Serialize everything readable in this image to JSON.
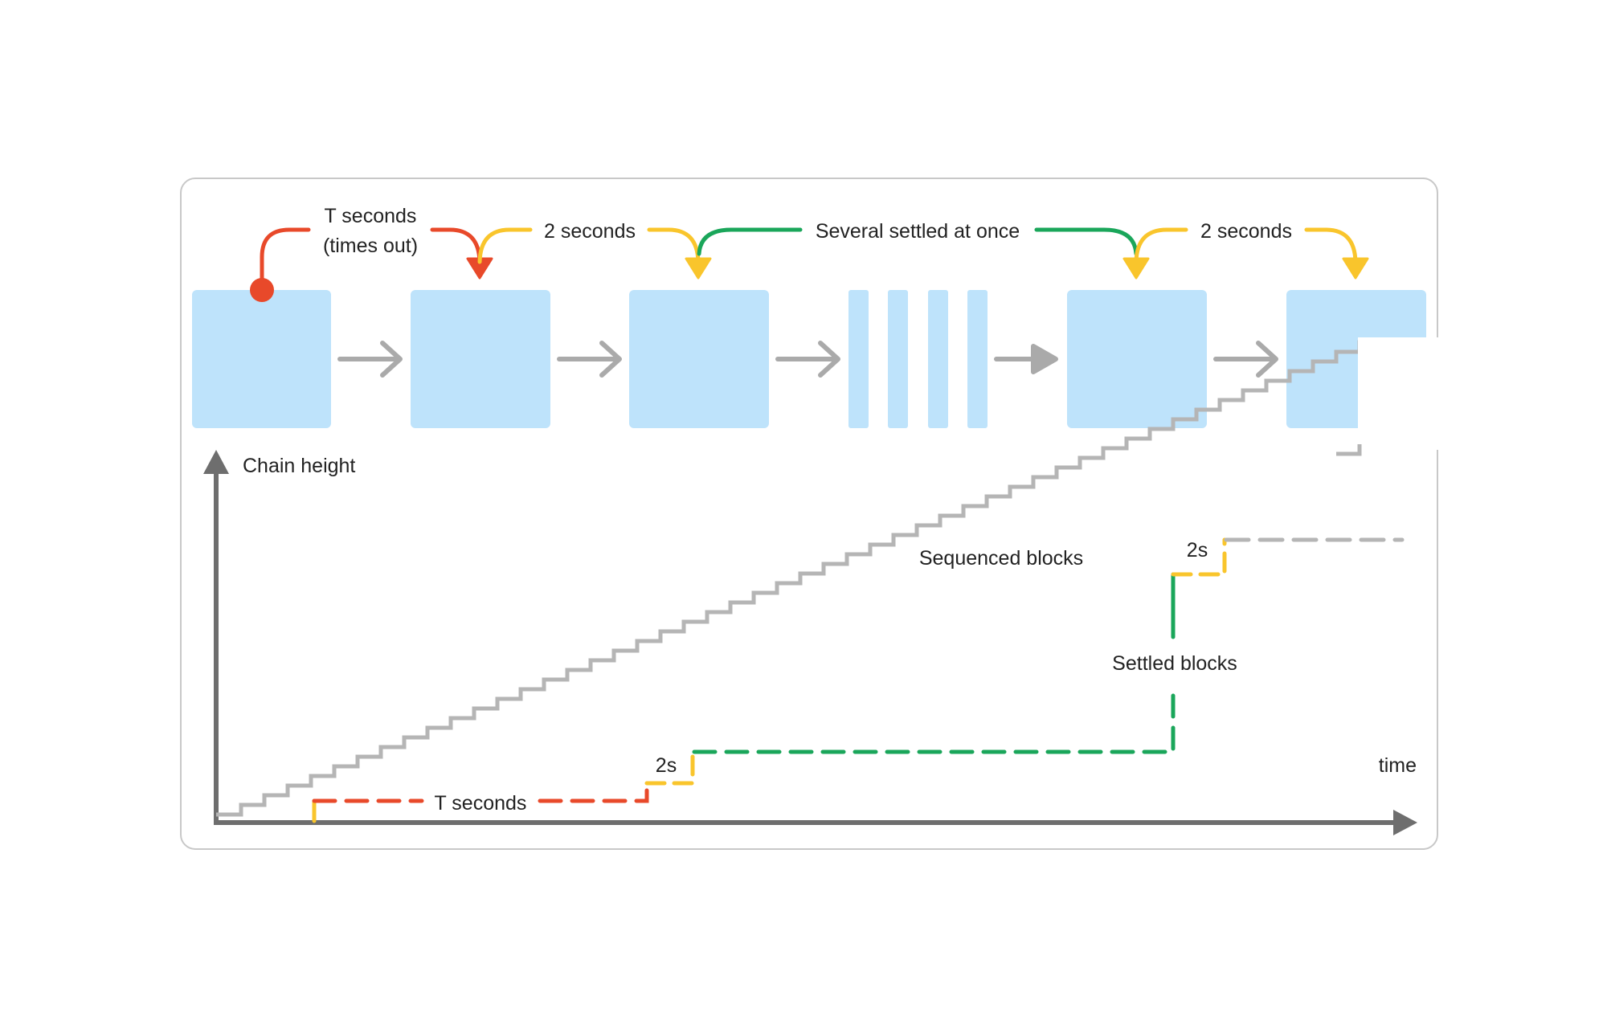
{
  "labels": {
    "t_seconds_top_line1": "T seconds",
    "t_seconds_top_line2": "(times out)",
    "two_seconds_a": "2 seconds",
    "several_settled": "Several settled at once",
    "two_seconds_b": "2 seconds",
    "chain_height": "Chain height",
    "time": "time",
    "sequenced_blocks": "Sequenced blocks",
    "settled_blocks": "Settled blocks",
    "two_s_lower": "2s",
    "two_s_upper": "2s",
    "t_seconds_bottom": "T seconds"
  },
  "colors": {
    "block": "#bee3fb",
    "arrow": "#aaaaaa",
    "axis": "#6e6e6e",
    "sequenced": "#b5b5b5",
    "timeout": "#e8492a",
    "two_sec": "#f9c52c",
    "settled": "#1aa65a",
    "frame": "#c8c8c8"
  },
  "icons": [
    "arrow-right-icon",
    "axis-arrow-icon",
    "timeout-dot-icon"
  ]
}
